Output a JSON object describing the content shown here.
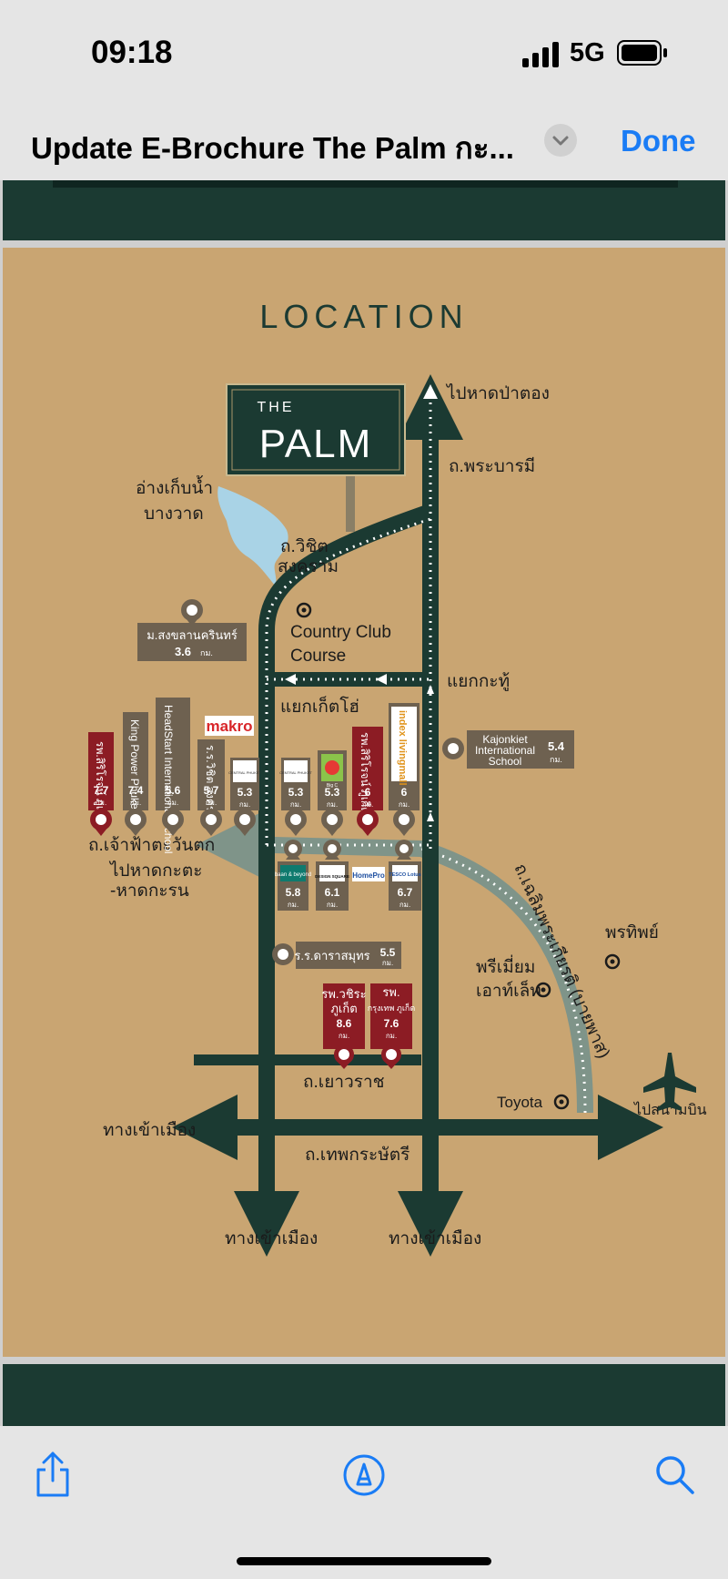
{
  "status": {
    "time": "09:18",
    "network": "5G"
  },
  "nav": {
    "title": "Update E-Brochure The Palm กะ...",
    "done": "Done"
  },
  "map": {
    "heading": "LOCATION",
    "logo_the": "THE",
    "logo_palm": "PALM",
    "roads": {
      "patong": "ไปหาดป่าตอง",
      "phrabaramee": "ถ.พระบารมี",
      "wichit_1": "ถ.วิชิต",
      "wichit_2": "สงคราม",
      "kathu": "แยกกะทู้",
      "kohkaew": "แยกเก็ตโฮ่",
      "chaofa": "ถ.เจ้าฟ้าตะวันตก",
      "kata_1": "ไปหาดกะตะ",
      "kata_2": "-หาดกะรน",
      "bypass": "ถ.เฉลิมพระเกียรติ (บายพาส)",
      "yaowarat": "ถ.เยาวราช",
      "thepkasattri": "ถ.เทพกระษัตรี",
      "city_left": "ทางเข้าเมือง",
      "city_bottom_left": "ทางเข้าเมือง",
      "city_bottom_right": "ทางเข้าเมือง",
      "airport": "ไปสนามบิน"
    },
    "places": {
      "reservoir_1": "อ่างเก็บน้ำ",
      "reservoir_2": "บางวาด",
      "country_club_1": "Country Club",
      "country_club_2": "Course",
      "psu": "ม.สงขลานครินทร์",
      "psu_km": "3.6",
      "kajonkiet_1": "Kajonkiet",
      "kajonkiet_2": "International",
      "kajonkiet_3": "School",
      "kajonkiet_km": "5.4",
      "darasamut": "ร.ร.ดาราสมุทร",
      "darasamut_km": "5.5",
      "porntip": "พรทิพย์",
      "premium_1": "พรีเมี่ยม",
      "premium_2": "เอาท์เล็ท",
      "toyota": "Toyota"
    },
    "unit": "กม.",
    "pois_upper": [
      {
        "label": "รพ.สิริโรจน์ ภูเก็ต",
        "km": "7.7"
      },
      {
        "label": "King Power Phuket",
        "km": "7.4"
      },
      {
        "label": "HeadStart International School",
        "km": "5.6"
      },
      {
        "label": "ร.ร.วิชิต สงคราม",
        "km": "5.7"
      },
      {
        "label": "CENTRAL PHUKET",
        "km": "5.3"
      },
      {
        "label": "CENTRAL PHUKET",
        "km": "5.3"
      },
      {
        "label": "Big C",
        "km": "5.3"
      },
      {
        "label": "รพ.สิริโรจน์ ภูเก็ต",
        "km": "6"
      },
      {
        "label": "index livingmall",
        "km": "6"
      }
    ],
    "makro": "makro",
    "pois_lower": [
      {
        "label": "baan & beyond",
        "km": "5.8"
      },
      {
        "label": "DESIGN SQUARE",
        "km": "6.1"
      },
      {
        "label": "HomePro",
        "km": ""
      },
      {
        "label": "TESCO Lotus",
        "km": "6.7"
      }
    ],
    "hospitals": [
      {
        "label_1": "รพ.วชิระ",
        "label_2": "ภูเก็ต",
        "km": "8.6"
      },
      {
        "label_1": "รพ.",
        "label_2": "กรุงเทพ ภูเก็ต",
        "km": "7.6"
      }
    ]
  },
  "colors": {
    "page": "#c9a572",
    "road": "#1b3a32",
    "hospital": "#8c1c24",
    "poi": "#6e6150",
    "accent": "#1a7cf5"
  }
}
